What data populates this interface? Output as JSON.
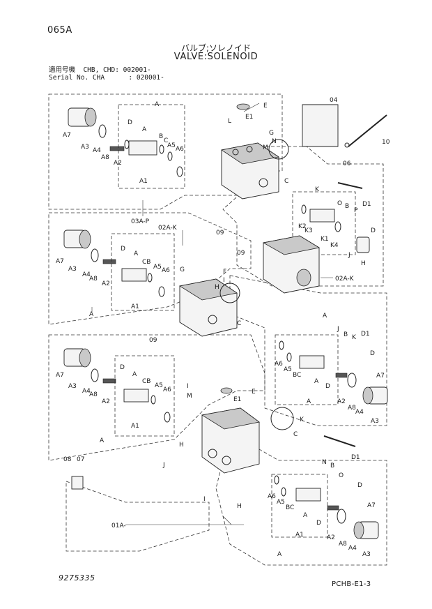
{
  "page": {
    "code": "065A",
    "title_jp": "バルブ;ソレノイド",
    "title_en": "VALVE:SOLENOID",
    "applicability": {
      "line1": "適用号機  CHB, CHD: 002001-",
      "line2": "Serial No. CHA      : 020001-"
    },
    "part_number": "9275335",
    "page_ref": "PCHB-E1-3"
  },
  "callouts": {
    "u_A7": "A7",
    "u_A3": "A3",
    "u_A4": "A4",
    "u_A8": "A8",
    "u_A2": "A2",
    "u_D": "D",
    "u_A": "A",
    "u_B": "B",
    "u_C": "C",
    "u_A5": "A5",
    "u_A6": "A6",
    "u_A1": "A1",
    "u_Atop": "A",
    "u_03AP": "03A-P",
    "t_E": "E",
    "t_E1": "E1",
    "t_L": "L",
    "t_G": "G",
    "t_M": "M",
    "t_N": "N",
    "t_C": "C",
    "t_04": "04",
    "t_10": "10",
    "t_06": "06",
    "t_09": "09",
    "k_K": "K",
    "k_O": "O",
    "k_B": "B",
    "k_P": "P",
    "k_D1": "D1",
    "k_D": "D",
    "k_K2": "K2",
    "k_K3": "K3",
    "k_K1": "K1",
    "k_K4": "K4",
    "k_J": "J",
    "k_H": "H",
    "m_02AK": "02A-K",
    "m_A7": "A7",
    "m_A3": "A3",
    "m_A4": "A4",
    "m_A8": "A8",
    "m_A2": "A2",
    "m_A": "A",
    "m_D": "D",
    "m_Ab": "A",
    "m_CB": "CB",
    "m_A5": "A5",
    "m_A6": "A6",
    "m_A1": "A1",
    "m_Abot": "A",
    "c_G": "G",
    "c_F": "F",
    "c_I": "I",
    "c_H": "H",
    "c_C": "C",
    "c_09": "09",
    "c_09b": "09",
    "c_02AK": "02A-K",
    "r_A": "A",
    "r_J": "J",
    "r_B": "B",
    "r_K": "K",
    "r_D1": "D1",
    "r_D": "D",
    "r_A6": "A6",
    "r_A5": "A5",
    "r_BC": "BC",
    "r_Ab": "A",
    "r_D2": "D",
    "r_A2": "A2",
    "r_A8": "A8",
    "r_A4": "A4",
    "r_A7": "A7",
    "r_A3": "A3",
    "l_A7": "A7",
    "l_A3": "A3",
    "l_A4": "A4",
    "l_A8": "A8",
    "l_A2": "A2",
    "l_D": "D",
    "l_A": "A",
    "l_CB": "CB",
    "l_A5": "A5",
    "l_A6": "A6",
    "l_A1": "A1",
    "l_Abot": "A",
    "b_I": "I",
    "b_M": "M",
    "b_E": "E",
    "b_E1": "E1",
    "b_K": "K",
    "b_C": "C",
    "b_H": "H",
    "b_J": "J",
    "b_I2": "I",
    "b_H2": "H",
    "b_08": "08",
    "b_07": "07",
    "b_01A": "01A-",
    "q_N": "N",
    "q_B": "B",
    "q_O": "O",
    "q_D1": "D1",
    "q_D": "D",
    "q_A6": "A6",
    "q_A5": "A5",
    "q_BC": "BC",
    "q_A": "A",
    "q_D2": "D",
    "q_A1": "A1",
    "q_A2": "A2",
    "q_A8": "A8",
    "q_A4": "A4",
    "q_A7": "A7",
    "q_A3": "A3",
    "q_Abot": "A"
  }
}
